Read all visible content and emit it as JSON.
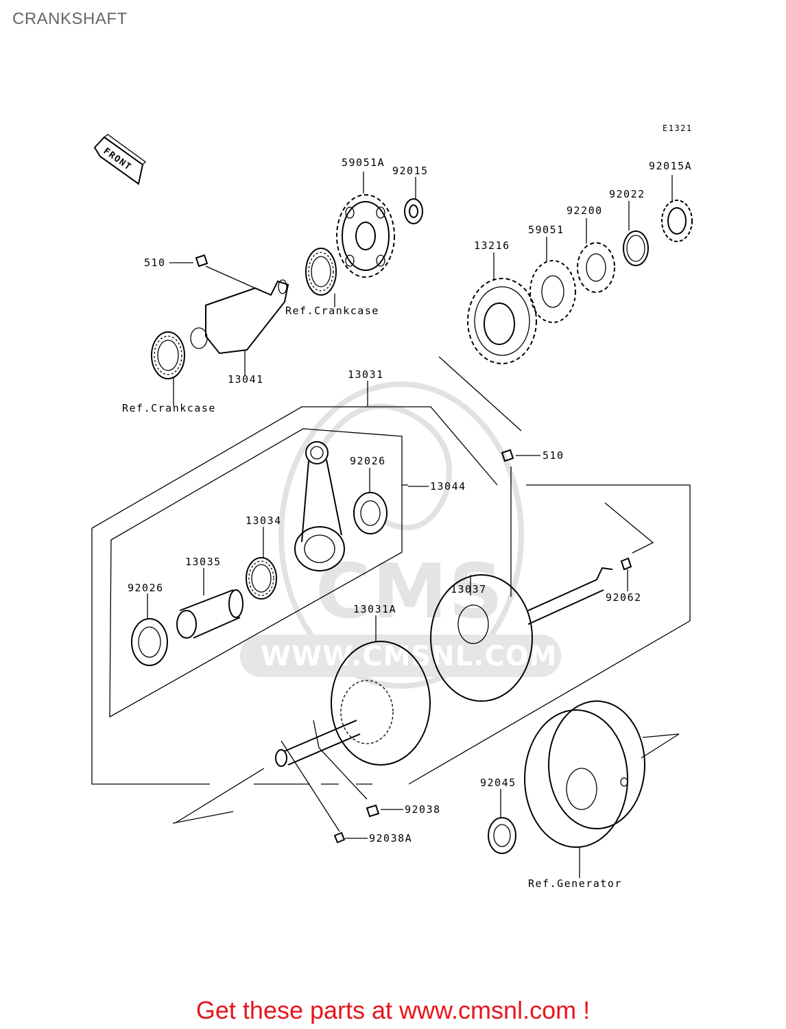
{
  "page": {
    "title": "CRANKSHAFT"
  },
  "diagram": {
    "code": "E1321",
    "front_label": "FRONT",
    "watermark": "CMS",
    "watermark_url": "WWW.CMSNL.COM",
    "parts": [
      "59051A",
      "92015",
      "92015A",
      "92022",
      "92200",
      "59051",
      "13216",
      "510",
      "Ref.Crankcase",
      "13041",
      "Ref.Crankcase",
      "13031",
      "510",
      "92026",
      "13044",
      "13034",
      "13035",
      "92026",
      "13037",
      "92062",
      "13031A",
      "92045",
      "92038",
      "92038A",
      "Ref.Generator"
    ]
  },
  "footer": {
    "cta": "Get these parts at www.cmsnl.com !"
  }
}
